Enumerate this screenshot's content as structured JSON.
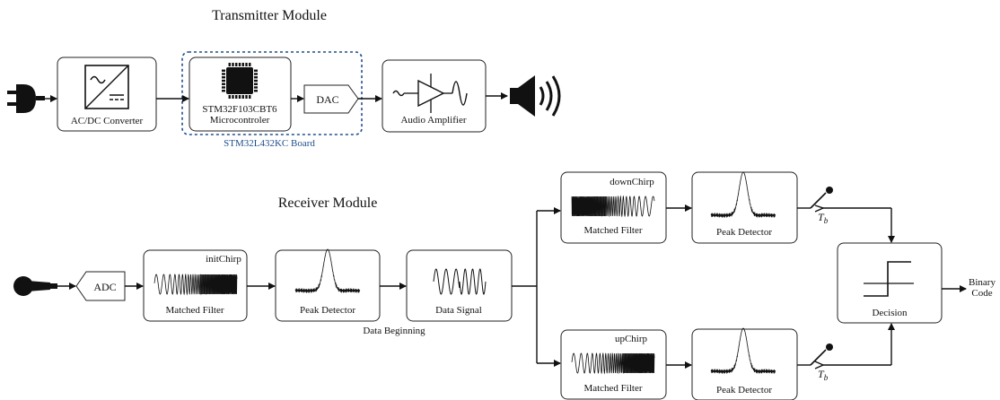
{
  "transmitter": {
    "title": "Transmitter Module",
    "board_label": "STM32L432KC Board",
    "board_color": "#1f4e8c",
    "blocks": {
      "acdc": "AC/DC Converter",
      "mcu_line1": "STM32F103CBT6",
      "mcu_line2": "Microcontroler",
      "dac": "DAC",
      "amp": "Audio Amplifier"
    }
  },
  "receiver": {
    "title": "Receiver Module",
    "data_beginning": "Data Beginning",
    "blocks": {
      "adc": "ADC",
      "mf_init_label": "Matched Filter",
      "mf_init_chirp": "initChirp",
      "pd1": "Peak Detector",
      "data_signal": "Data Signal",
      "mf_down_label": "Matched Filter",
      "mf_down_chirp": "downChirp",
      "pd_down": "Peak Detector",
      "mf_up_label": "Matched Filter",
      "mf_up_chirp": "upChirp",
      "pd_up": "Peak Detector",
      "decision": "Decision",
      "out_line1": "Binary",
      "out_line2": "Code",
      "tb_sym": "T",
      "tb_sub": "b"
    }
  },
  "icons": [
    "power-plug-icon",
    "acdc-converter-icon",
    "chip-icon",
    "amplifier-icon",
    "speaker-icon",
    "microphone-icon",
    "chirp-waveform-icon",
    "peak-waveform-icon",
    "switch-icon",
    "step-function-icon"
  ]
}
